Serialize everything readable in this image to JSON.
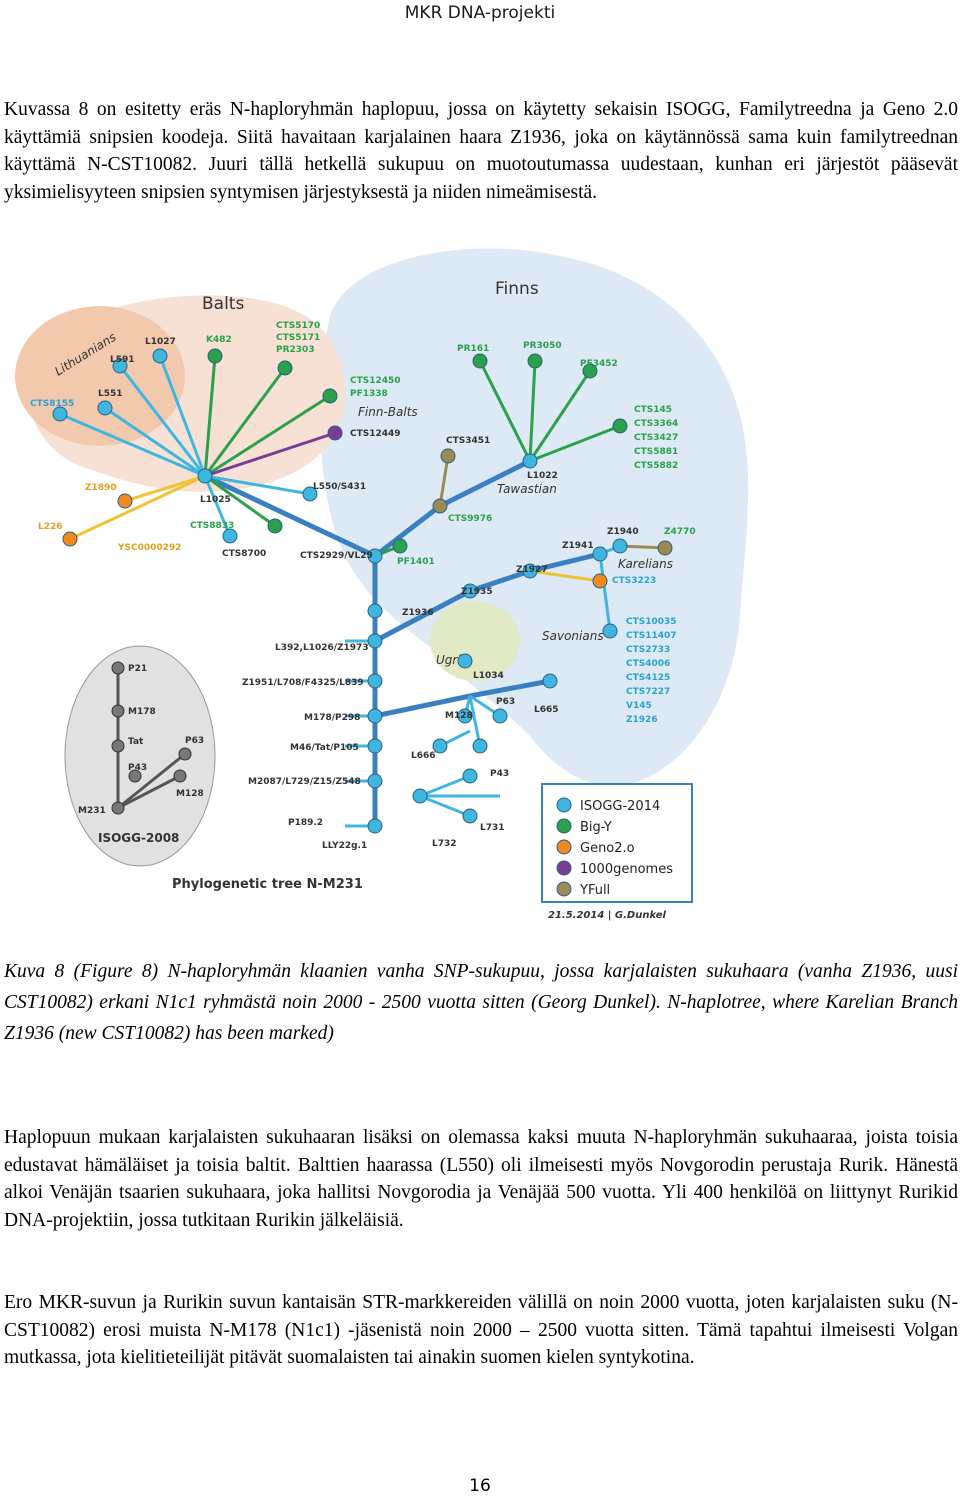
{
  "header": {
    "title": "MKR DNA-projekti"
  },
  "paragraph1": "Kuvassa 8 on esitetty eräs N-haploryhmän haplopuu, jossa on käytetty sekaisin ISOGG, Familytreedna ja Geno 2.0 käyttämiä snipsien koodeja. Siitä havaitaan karjalainen haara Z1936, joka on käytännössä sama kuin familytreednan käyttämä N-CST10082. Juuri tällä hetkellä sukupuu on muotoutumassa uudestaan, kunhan eri järjestöt pääsevät yksimielisyyteen snipsien syntymisen järjestyksestä ja niiden nimeämisestä.",
  "figure": {
    "groups": {
      "balts": "Balts",
      "finns": "Finns",
      "lithuanians": "Lithuanians",
      "finn_balts": "Finn-Balts",
      "tawastian": "Tawastian",
      "karelians": "Karelians",
      "savonians": "Savonians",
      "ugric": "Ugric",
      "isogg2008": "ISOGG-2008"
    },
    "tree_title": "Phylogenetic tree N-M231",
    "signature": "21.5.2014 | G.Dunkel",
    "legend": [
      {
        "label": "ISOGG-2014",
        "color": "#3fb6e0"
      },
      {
        "label": "Big-Y",
        "color": "#2aa14a"
      },
      {
        "label": "Geno2.o",
        "color": "#f08a1c"
      },
      {
        "label": "1000genomes",
        "color": "#7a3d96"
      },
      {
        "label": "YFull",
        "color": "#9c8a55"
      }
    ],
    "snps": {
      "cts8155": "CTS8155",
      "l591": "L591",
      "l1027": "L1027",
      "k482": "K482",
      "cts5170": "CTS5170",
      "cts5171": "CTS5171",
      "pr2303": "PR2303",
      "l551": "L551",
      "cts12450": "CTS12450",
      "pf1338": "PF1338",
      "cts12449": "CTS12449",
      "pr161": "PR161",
      "pr3050": "PR3050",
      "pf3452": "PF3452",
      "cts145": "CTS145",
      "cts3364": "CTS3364",
      "cts3427": "CTS3427",
      "cts5881": "CTS5881",
      "cts5882": "CTS5882",
      "cts3451": "CTS3451",
      "l1022": "L1022",
      "z1890": "Z1890",
      "l1025": "L1025",
      "l550": "L550/S431",
      "l226": "L226",
      "cts8833": "CTS8833",
      "ysc": "YSC0000292",
      "cts8700": "CTS8700",
      "cts9976": "CTS9976",
      "cts2929": "CTS2929/VL29",
      "pf1401": "PF1401",
      "z1940": "Z1940",
      "z4770": "Z4770",
      "z1941": "Z1941",
      "z1927": "Z1927",
      "cts3223": "CTS3223",
      "z1935": "Z1935",
      "z1936": "Z1936",
      "cts10035": "CTS10035",
      "cts11407": "CTS11407",
      "cts2733": "CTS2733",
      "cts4006": "CTS4006",
      "cts4125": "CTS4125",
      "cts7227": "CTS7227",
      "v145": "V145",
      "z1926": "Z1926",
      "l392": "L392,L1026/Z1973",
      "l1034": "L1034",
      "z1951": "Z1951/L708/F4325/L839",
      "p21": "P21",
      "m178": "M178",
      "tat": "Tat",
      "p63": "P63",
      "p43": "P43",
      "m128": "M128",
      "m231": "M231",
      "m178p298": "M178/P298",
      "m128r": "M128",
      "p63r": "P63",
      "l665": "L665",
      "m46": "M46/Tat/P105",
      "l666": "L666",
      "p43r": "P43",
      "m2087": "M2087/L729/Z15/Z548",
      "p189": "P189.2",
      "l731": "L731",
      "l732": "L732",
      "lly22g": "LLY22g.1"
    }
  },
  "caption": {
    "part1": "Kuva 8 (Figure 8) N-haploryhmän klaanien vanha SNP-sukupuu, jossa karjalaisten sukuhaara (vanha Z1936, uusi CST10082) erkani N1c1 ryhmästä noin 2000 - 2500 vuotta sitten (Georg Dunkel).",
    "part2": "N-haplotree, where Karelian Branch Z1936 (new CST10082) has been marked)"
  },
  "paragraph2": "Haplopuun mukaan karjalaisten sukuhaaran lisäksi on olemassa kaksi muuta N-haploryhmän sukuhaaraa, joista toisia edustavat hämäläiset ja toisia baltit. Balttien haarassa (L550) oli ilmeisesti myös Novgorodin perustaja Rurik. Hänestä alkoi Venäjän tsaarien sukuhaara, joka hallitsi Novgorodia ja Venäjää 500 vuotta. Yli 400 henkilöä on liittynyt Rurikid DNA-projektiin, jossa tutkitaan Rurikin jälkeläisiä.",
  "paragraph3": "Ero MKR-suvun ja Rurikin suvun kantaisän STR-markkereiden välillä on noin 2000 vuotta, joten karjalaisten suku (N-CST10082) erosi muista N-M178 (N1c1) -jäsenistä noin 2000 – 2500 vuotta sitten. Tämä tapahtui ilmeisesti Volgan mutkassa, jota kielitieteilijät pitävät suomalaisten tai ainakin suomen kielen syntykotina.",
  "page_number": "16"
}
